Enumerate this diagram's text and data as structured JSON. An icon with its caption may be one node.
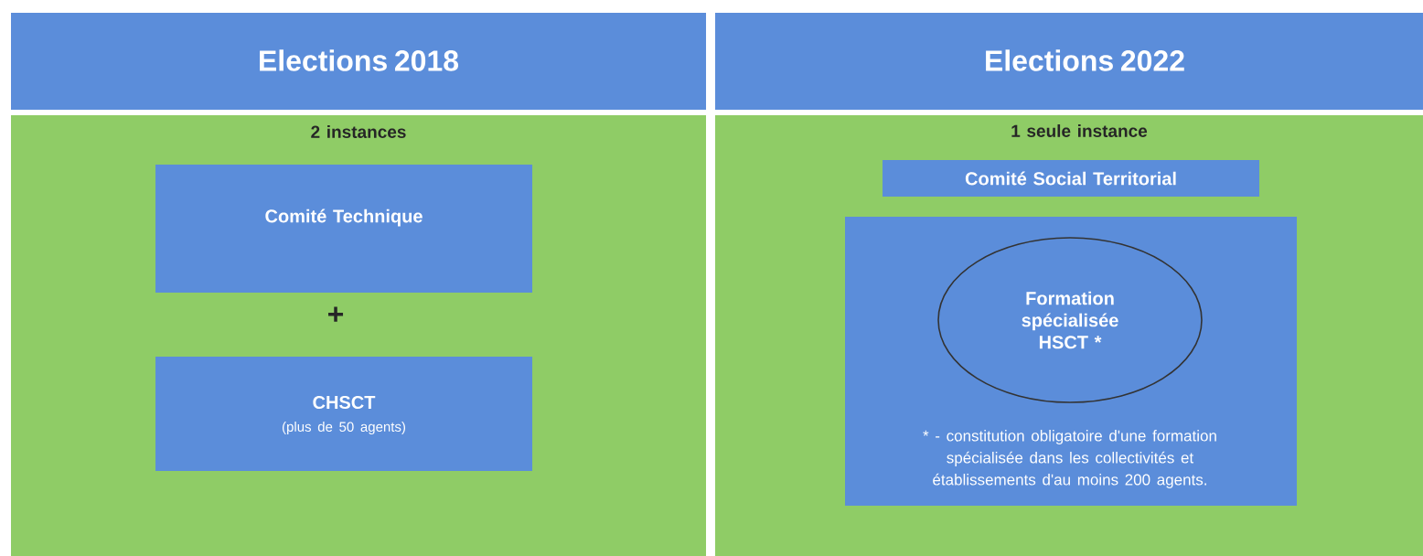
{
  "diagram": {
    "nodes": [
      {
        "text": [
          "Elections 2018"
        ]
      },
      {
        "text": [
          "2 instances"
        ]
      },
      {
        "text": [
          "Comité Technique"
        ],
        "in": 1
      },
      {
        "text": [
          "CHSCT",
          "(plus de 50 agents)"
        ],
        "in": 1
      },
      {
        "text": [
          "Elections 2022"
        ]
      },
      {
        "text": [
          "1 seule instance"
        ]
      },
      {
        "text": [
          "Comité Social Territorial"
        ],
        "in": 5
      },
      {
        "text": [
          "* - constitution obligatoire d'une formation spécialisée dans les collectivités et établissements d'au moins 200 agents."
        ],
        "in": 5
      },
      {
        "text": [
          "Formation spécialisée HSCT *"
        ],
        "in": 7
      }
    ],
    "labels": [
      "+"
    ]
  }
}
